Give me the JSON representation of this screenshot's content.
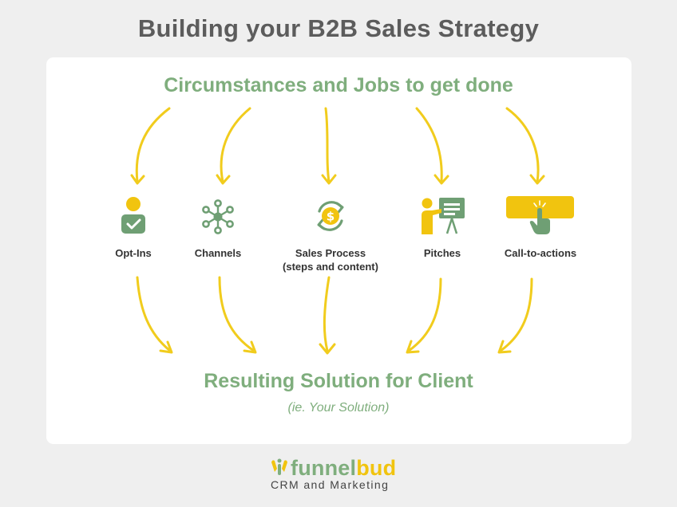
{
  "title": "Building your B2B Sales Strategy",
  "top_heading": "Circumstances and Jobs to get done",
  "items": [
    {
      "label": "Opt-Ins",
      "sublabel": "",
      "icon": "person-check-icon"
    },
    {
      "label": "Channels",
      "sublabel": "",
      "icon": "network-hub-icon"
    },
    {
      "label": "Sales Process",
      "sublabel": "(steps and content)",
      "icon": "dollar-cycle-icon"
    },
    {
      "label": "Pitches",
      "sublabel": "",
      "icon": "presentation-icon"
    },
    {
      "label": "Call-to-actions",
      "sublabel": "",
      "icon": "click-button-icon"
    }
  ],
  "result_heading": "Resulting Solution for Client",
  "result_sub": "(ie. Your Solution)",
  "logo": {
    "word_part1": "funnel",
    "word_part2": "bud",
    "tagline": "CRM and Marketing"
  },
  "colors": {
    "arrow": "#f1cc1d",
    "green": "#7fae7d",
    "icon_green": "#6f9f74",
    "yellow": "#f1c40f",
    "title_gray": "#5c5c5c"
  }
}
